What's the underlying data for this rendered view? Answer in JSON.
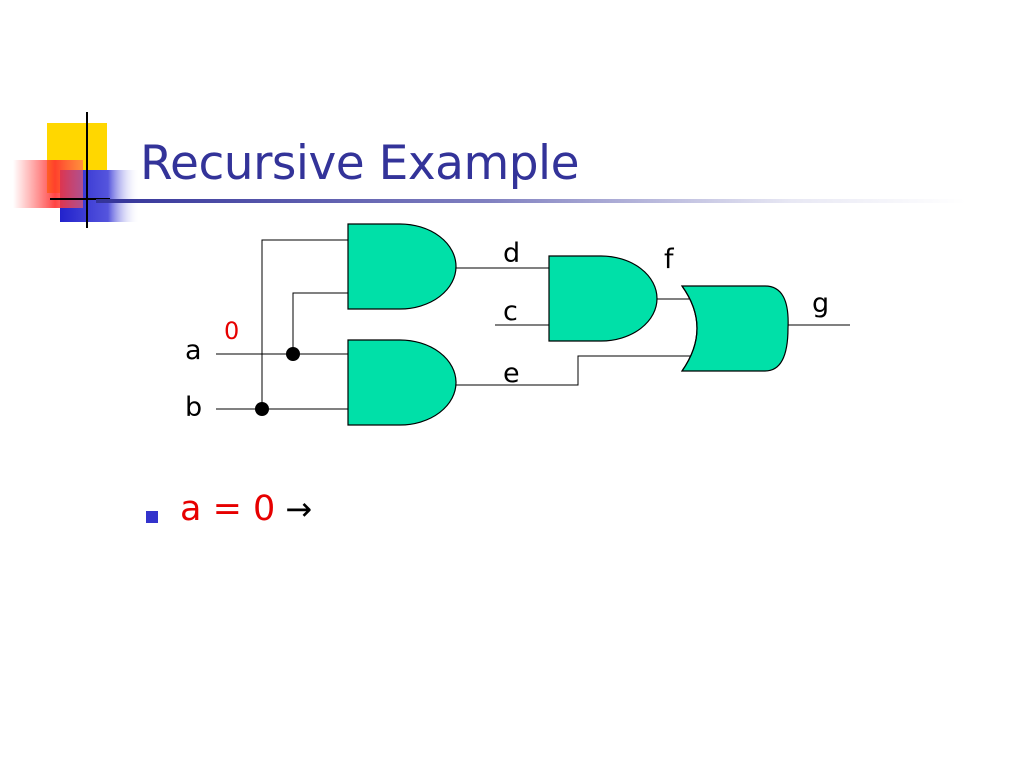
{
  "slide": {
    "title": "Recursive Example",
    "bullets": [
      {
        "text": "a = 0",
        "arrow_symbol": "→"
      }
    ]
  },
  "circuit": {
    "gates": [
      {
        "type": "AND",
        "id": "top-and",
        "output": "d"
      },
      {
        "type": "AND",
        "id": "bottom-and",
        "output": "e"
      },
      {
        "type": "AND",
        "id": "middle-and",
        "inputs": [
          "d",
          "c"
        ],
        "output": "f"
      },
      {
        "type": "OR",
        "id": "or",
        "inputs": [
          "f",
          "e"
        ],
        "output": "g"
      }
    ],
    "labels": {
      "a": "a",
      "b": "b",
      "c": "c",
      "d": "d",
      "e": "e",
      "f": "f",
      "g": "g",
      "a_value": "0"
    },
    "gate_fill": "#00e0a8"
  },
  "colors": {
    "title": "#333399",
    "bullet": "#3333cc",
    "highlight": "#e60000"
  }
}
